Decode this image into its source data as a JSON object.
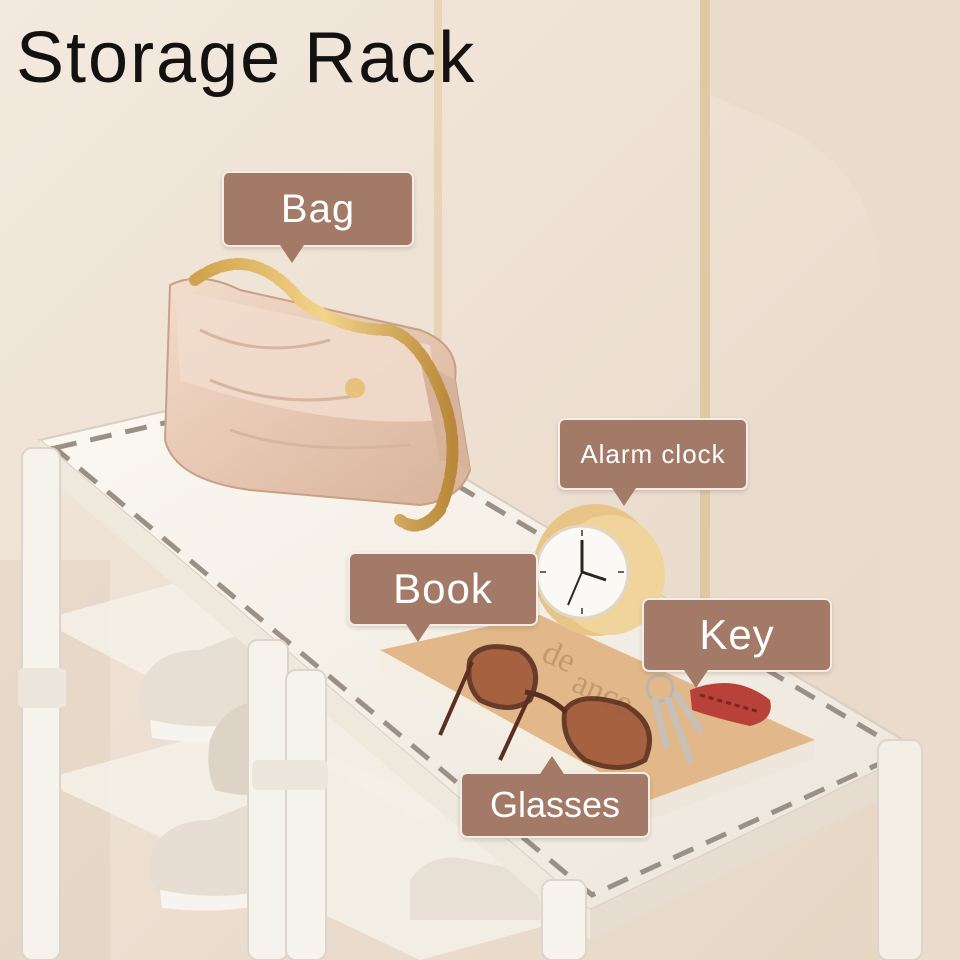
{
  "title": "Storage Rack",
  "callouts": {
    "bag": "Bag",
    "alarm_clock": "Alarm clock",
    "book": "Book",
    "key": "Key",
    "glasses": "Glasses"
  },
  "colors": {
    "callout_fill": "#a37a67",
    "callout_text": "#ffffff",
    "title_text": "#141210",
    "wall": "#efe3d6",
    "rack": "#f8f5ef"
  }
}
